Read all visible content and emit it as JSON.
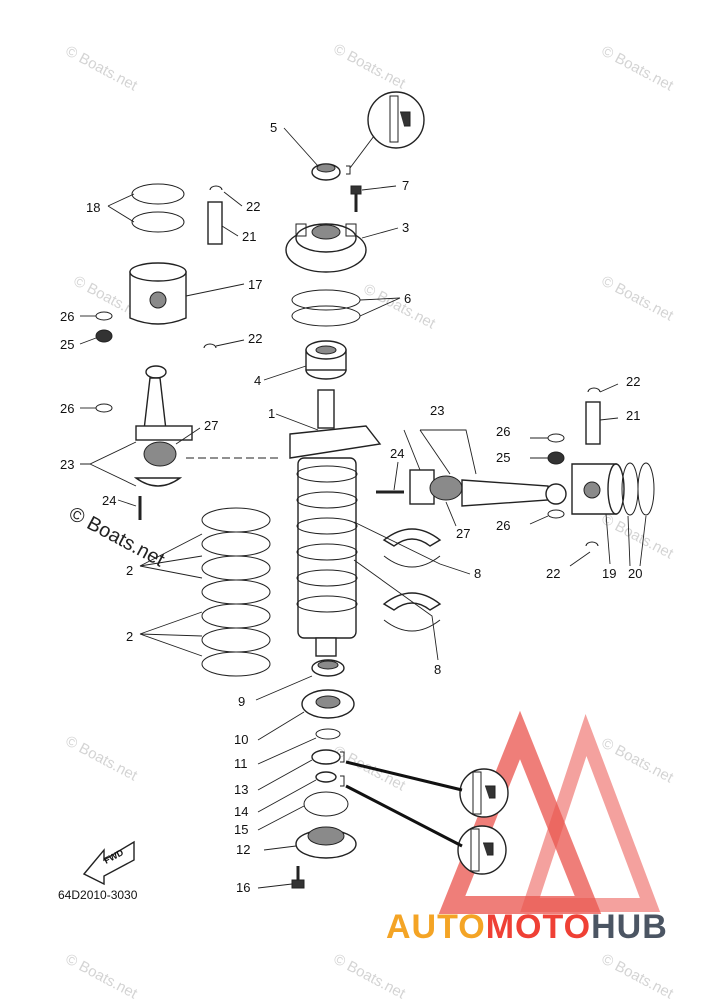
{
  "diagram": {
    "part_code": "64D2010-3030",
    "watermark": "© Boats.net",
    "fwd_label": "FWD",
    "brand": {
      "part1": "AUTO",
      "part2": "MOTO",
      "part3": "HUB"
    },
    "callouts": {
      "c1": "1",
      "c2a": "2",
      "c2b": "2",
      "c3": "3",
      "c4": "4",
      "c5": "5",
      "c6": "6",
      "c7": "7",
      "c8a": "8",
      "c8b": "8",
      "c9": "9",
      "c10": "10",
      "c11": "11",
      "c12": "12",
      "c13": "13",
      "c14": "14",
      "c15": "15",
      "c16": "16",
      "c17": "17",
      "c18": "18",
      "c19": "19",
      "c20": "20",
      "c21a": "21",
      "c21b": "21",
      "c22a": "22",
      "c22b": "22",
      "c22c": "22",
      "c22d": "22",
      "c23a": "23",
      "c23b": "23",
      "c24a": "24",
      "c24b": "24",
      "c25a": "25",
      "c25b": "25",
      "c26a": "26",
      "c26b": "26",
      "c26c": "26",
      "c26d": "26",
      "c27a": "27",
      "c27b": "27"
    },
    "colors": {
      "brand_orange": "#f4a425",
      "brand_red": "#ef4035",
      "brand_gray": "#4b5563",
      "logo_red": "#e8413a"
    }
  }
}
